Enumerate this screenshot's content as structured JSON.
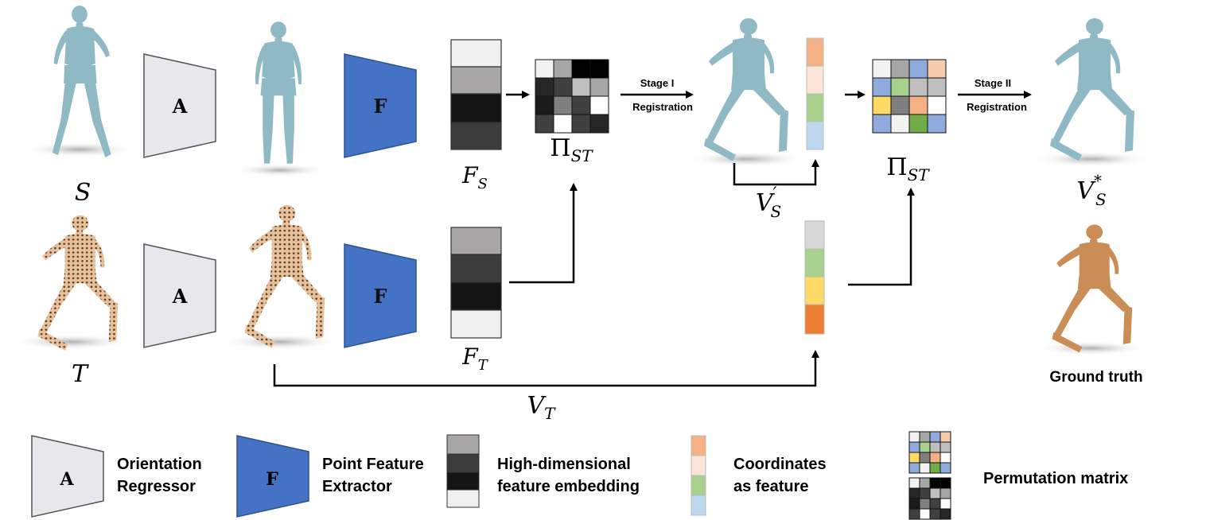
{
  "symbols": {
    "source": "S",
    "target": "T",
    "orientation_letter": "A",
    "feature_letter": "F",
    "feat_source": "F",
    "feat_source_sub": "S",
    "feat_target": "F",
    "feat_target_sub": "T",
    "perm_pi": "Π",
    "perm_sub": "ST",
    "stage1_vertices": "V",
    "stage1_vertices_sub": "S",
    "stage1_prime": "′",
    "final_vertices": "V",
    "final_vertices_sub": "S",
    "final_star": "*",
    "target_vertices": "V",
    "target_vertices_sub": "T"
  },
  "stages": {
    "stage1_line1": "Stage I",
    "stage1_line2": "Registration",
    "stage2_line1": "Stage II",
    "stage2_line2": "Registration"
  },
  "ground_truth_label": "Ground truth",
  "legend": {
    "orientation_line1": "Orientation",
    "orientation_line2": "Regressor",
    "feature_line1": "Point Feature",
    "feature_line2": "Extractor",
    "embedding_line1": "High-dimensional",
    "embedding_line2": "feature embedding",
    "coords_line1": "Coordinates",
    "coords_line2": "as feature",
    "perm_label": "Permutation matrix"
  },
  "colors": {
    "mesh_blue": "#8fb9c4",
    "mesh_orange": "#d9a878",
    "mesh_gt": "#c98d55",
    "regressor_fill": "#e8e8ec",
    "extractor_fill": "#4472c4"
  }
}
